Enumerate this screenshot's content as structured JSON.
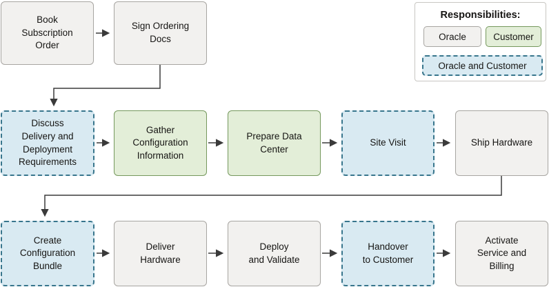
{
  "legend": {
    "title": "Responsibilities:",
    "items": [
      {
        "label": "Oracle",
        "responsibility": "oracle"
      },
      {
        "label": "Customer",
        "responsibility": "customer"
      },
      {
        "label": "Oracle and Customer",
        "responsibility": "oracle-and-customer"
      }
    ]
  },
  "flow": {
    "nodes": [
      {
        "label": "Book\nSubscription\nOrder",
        "responsibility": "oracle"
      },
      {
        "label": "Sign Ordering\nDocs",
        "responsibility": "oracle"
      },
      {
        "label": "Discuss\nDelivery and\nDeployment\nRequirements",
        "responsibility": "oracle-and-customer"
      },
      {
        "label": "Gather\nConfiguration\nInformation",
        "responsibility": "customer"
      },
      {
        "label": "Prepare Data\nCenter",
        "responsibility": "customer"
      },
      {
        "label": "Site Visit",
        "responsibility": "oracle-and-customer"
      },
      {
        "label": "Ship Hardware",
        "responsibility": "oracle"
      },
      {
        "label": "Create\nConfiguration\nBundle",
        "responsibility": "oracle-and-customer"
      },
      {
        "label": "Deliver\nHardware",
        "responsibility": "oracle"
      },
      {
        "label": "Deploy\nand Validate",
        "responsibility": "oracle"
      },
      {
        "label": "Handover\nto Customer",
        "responsibility": "oracle-and-customer"
      },
      {
        "label": "Activate\nService and\nBilling",
        "responsibility": "oracle"
      }
    ]
  },
  "colors": {
    "oracle_fill": "#f2f1ef",
    "oracle_border": "#a7a5a1",
    "customer_fill": "#e3eed8",
    "customer_border": "#74985c",
    "oracle_and_customer_fill": "#d9eaf2",
    "oracle_and_customer_border": "#37758c",
    "arrow": "#3a3a3a",
    "text": "#161513"
  }
}
